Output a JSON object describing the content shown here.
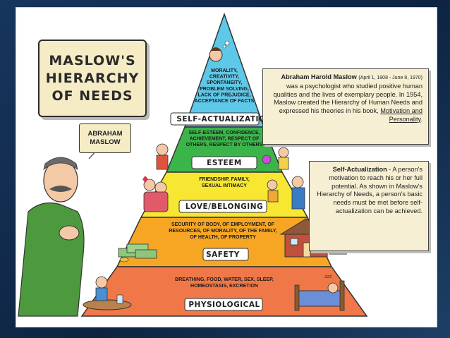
{
  "title_lines": [
    "MASLOW'S",
    "HIERARCHY",
    "OF NEEDS"
  ],
  "name_tag_lines": [
    "ABRAHAM",
    "MASLOW"
  ],
  "bio": {
    "name": "Abraham Harold Maslow",
    "dates": "(April 1, 1908 - June 8, 1970)",
    "text": "was a psychologist who studied positive human qualities and the lives of exemplary people. In 1954, Maslow created the Hierarchy of Human Needs and expressed his theories in his book,",
    "book": "Motivation and Personality",
    "end": "."
  },
  "self_actualization_note": {
    "term": "Self-Actualization",
    "text": "- A person's motivation to reach his or her full potential. As shown in Maslow's Hierarchy of Needs, a person's basic needs must be met before self-actualization can be achieved."
  },
  "levels": [
    {
      "label": "SELF-ACTUALIZATION",
      "color": "#5ec8e8",
      "lines": [
        "MORALITY,",
        "CREATIVITY,",
        "SPONTANEITY,",
        "PROBLEM SOLVING,",
        "LACK OF PREJUDICE,",
        "ACCEPTANCE OF FACTS"
      ]
    },
    {
      "label": "ESTEEM",
      "color": "#3bb54a",
      "lines": [
        "SELF-ESTEEM, CONFIDENCE,",
        "ACHIEVEMENT, RESPECT OF",
        "OTHERS, RESPECT BY OTHERS"
      ]
    },
    {
      "label": "LOVE/BELONGING",
      "color": "#f7e732",
      "lines": [
        "FRIENDSHIP, FAMILY,",
        "SEXUAL INTIMACY"
      ]
    },
    {
      "label": "SAFETY",
      "color": "#f6a623",
      "lines": [
        "SECURITY OF BODY, OF EMPLOYMENT, OF",
        "RESOURCES, OF MORALITY, OF THE FAMILY,",
        "OF HEALTH, OF PROPERTY"
      ]
    },
    {
      "label": "PHYSIOLOGICAL",
      "color": "#f07848",
      "lines": [
        "BREATHING, FOOD, WATER, SEX, SLEEP,",
        "HOMEOSTASIS, EXCRETION"
      ]
    }
  ],
  "icons": [
    "maslow-figure-icon",
    "thinker-icon",
    "couple-icon",
    "family-icon",
    "money-icon",
    "house-icon",
    "eating-child-icon",
    "sleeping-person-icon"
  ]
}
